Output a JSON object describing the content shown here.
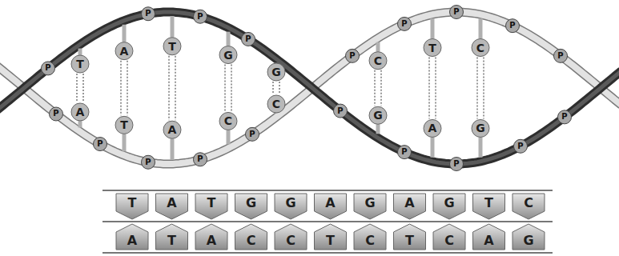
{
  "diagram": {
    "labels": [
      "T",
      "A",
      "A",
      "T",
      "T",
      "A",
      "G",
      "C",
      "G",
      "C",
      "C",
      "G",
      "T",
      "A",
      "C",
      "G",
      "P",
      "P",
      "P",
      "P",
      "P",
      "P",
      "P",
      "P",
      "P",
      "P",
      "P",
      "P",
      "P",
      "P",
      "P",
      "P",
      "P",
      "P",
      "P",
      "T",
      "A",
      "T",
      "G",
      "G",
      "A",
      "G",
      "A",
      "G",
      "T",
      "C",
      "A",
      "T",
      "A",
      "C",
      "C",
      "T",
      "C",
      "T",
      "C",
      "A",
      "G"
    ]
  }
}
